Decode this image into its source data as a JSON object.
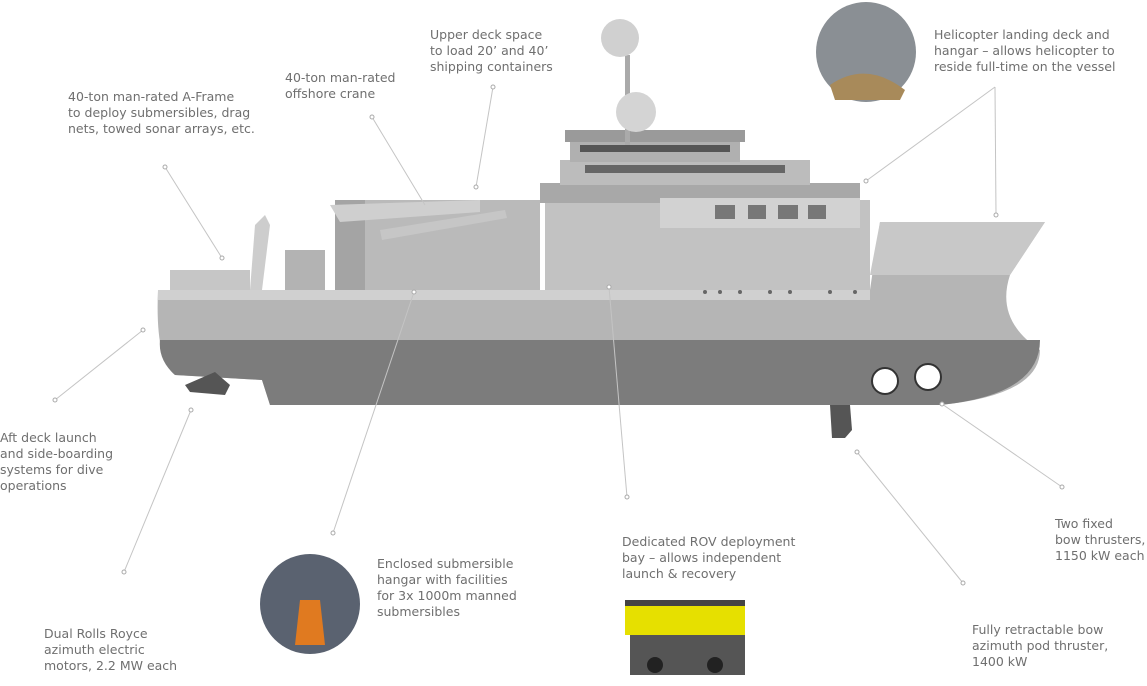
{
  "annotations": {
    "a_frame": "40-ton man-rated A-Frame\nto deploy submersibles, drag\nnets, towed sonar arrays, etc.",
    "crane": "40-ton man-rated\noffshore crane",
    "upper_deck": "Upper deck space\nto load 20’ and 40’\nshipping containers",
    "helicopter": "Helicopter landing deck and\nhangar – allows helicopter to\nreside full-time on the vessel",
    "aft_deck": "Aft deck launch\nand side-boarding\nsystems for dive\noperations",
    "azimuth": "Dual Rolls Royce\nazimuth electric\nmotors, 2.2 MW each",
    "sub_hangar": "Enclosed submersible\nhangar with facilities\nfor 3x 1000m manned\nsubmersibles",
    "rov_bay": "Dedicated ROV deployment\nbay – allows independent\nlaunch & recovery",
    "bow_thrusters": "Two fixed\nbow thrusters,\n1150 kW each",
    "pod_thruster": "Fully retractable bow\nazimuth pod thruster,\n1400 kW"
  },
  "colors": {
    "text": "#6f6f6f",
    "hull": "#9a9a9a",
    "rov": "#e6e000"
  }
}
